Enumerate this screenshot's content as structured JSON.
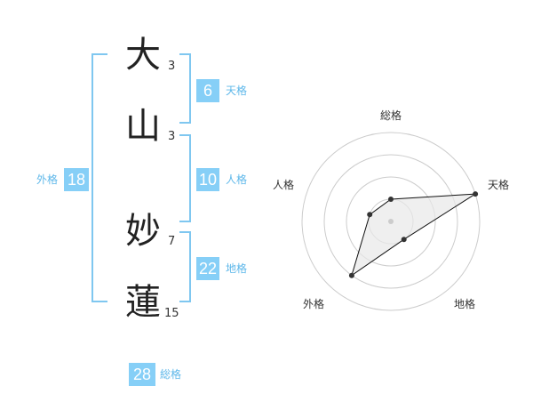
{
  "name": {
    "chars": [
      {
        "char": "大",
        "strokes": "3"
      },
      {
        "char": "山",
        "strokes": "3"
      },
      {
        "char": "妙",
        "strokes": "7"
      },
      {
        "char": "蓮",
        "strokes": "15"
      }
    ]
  },
  "scores": {
    "gaikaku": {
      "value": "18",
      "label": "外格"
    },
    "tenkaku": {
      "value": "6",
      "label": "天格"
    },
    "jinkaku": {
      "value": "10",
      "label": "人格"
    },
    "chikaku": {
      "value": "22",
      "label": "地格"
    },
    "soukaku": {
      "value": "28",
      "label": "総格"
    }
  },
  "radar": {
    "labels": {
      "top": "総格",
      "upper_right": "天格",
      "lower_right": "地格",
      "lower_left": "外格",
      "upper_left": "人格"
    },
    "rings": 4,
    "levels": {
      "soukaku": 0.25,
      "tenkaku": 1.0,
      "chikaku": 0.25,
      "gaikaku": 0.75,
      "jinkaku": 0.25
    },
    "colors": {
      "ring": "#cccccc",
      "fill": "#e8e8e8",
      "line": "#111111",
      "point": "#333333",
      "center": "#cccccc"
    }
  }
}
